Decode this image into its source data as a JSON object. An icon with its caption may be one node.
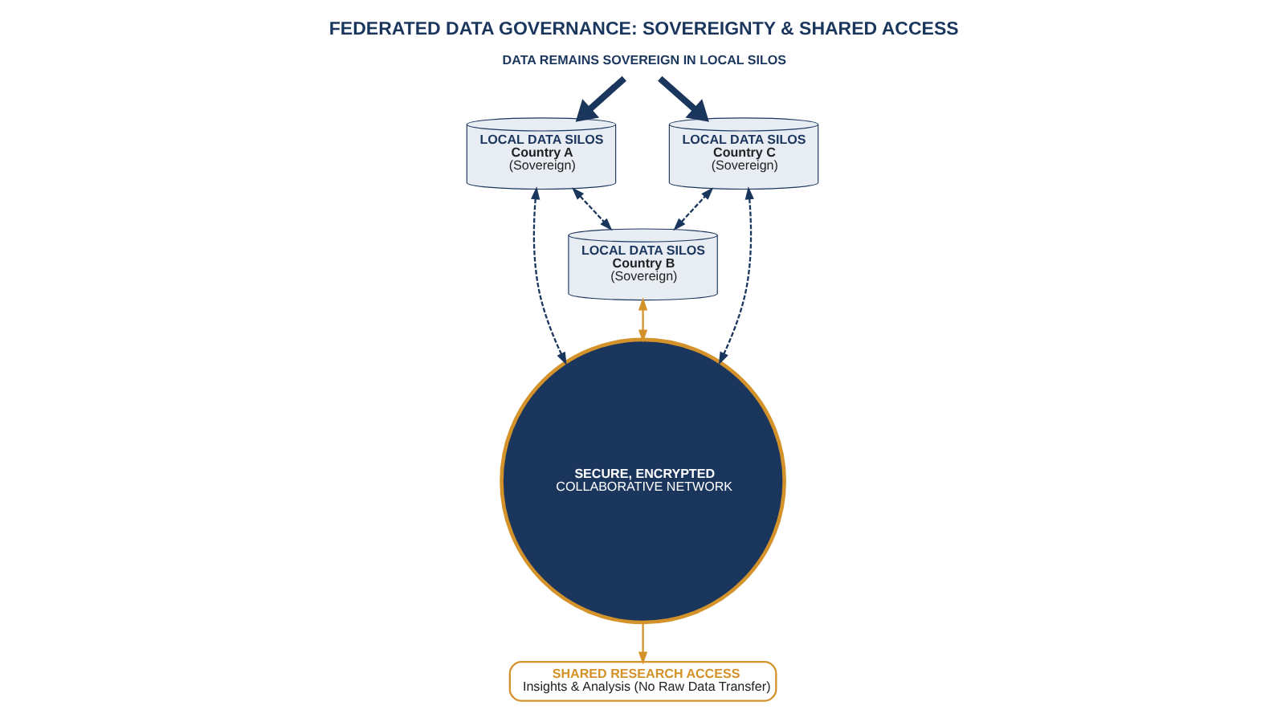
{
  "diagram": {
    "title": "FEDERATED DATA GOVERNANCE: SOVEREIGNTY & SHARED ACCESS",
    "nodes": [
      {
        "text": [
          "LOCAL DATA SILOS",
          "Country A",
          "(Sovereign)"
        ]
      },
      {
        "text": [
          "LOCAL DATA SILOS",
          "Country B",
          "(Sovereign)"
        ]
      },
      {
        "text": [
          "LOCAL DATA SILOS",
          "Country C",
          "(Sovereign)"
        ]
      },
      {
        "text": [
          "SECURE, ENCRYPTED",
          "COLLABORATIVE NETWORK"
        ]
      },
      {
        "text": [
          "SHARED RESEARCH ACCESS",
          "Insights & Analysis (No Raw Data Transfer)"
        ]
      },
      {
        "text": [
          "DATA REMAINS SOVEREIGN IN LOCAL SILOS"
        ]
      }
    ],
    "edges": [
      {
        "from": 0,
        "to": 1,
        "arrow": "both",
        "style": "dashed"
      },
      {
        "from": 1,
        "to": 2,
        "arrow": "both",
        "style": "dashed"
      },
      {
        "from": 1,
        "to": 3,
        "arrow": "both",
        "color": "#d4922a"
      },
      {
        "from": 0,
        "to": 3,
        "arrow": "both",
        "style": "dashed"
      },
      {
        "from": 2,
        "to": 3,
        "arrow": "both",
        "style": "dashed"
      },
      {
        "from": 3,
        "to": 4,
        "arrow": "to",
        "color": "#d4922a"
      },
      {
        "from": 5,
        "to": 0,
        "arrow": "to",
        "style": "thick"
      },
      {
        "from": 5,
        "to": 2,
        "arrow": "to",
        "style": "thick"
      }
    ]
  }
}
